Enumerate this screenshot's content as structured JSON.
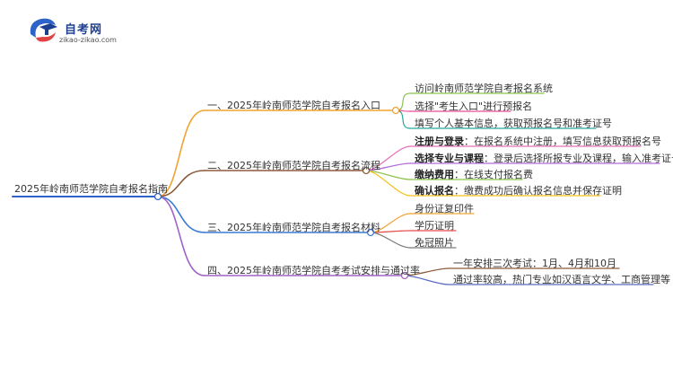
{
  "logo": {
    "title": "自考网",
    "subtitle": "zikao-zikao.com",
    "icon": "graduation-cap-icon"
  },
  "root": {
    "label": "2025年岭南师范学院自考报名指南"
  },
  "branches": [
    {
      "label": "一、2025年岭南师范学院自考报名入口",
      "color": "#f0a330",
      "children": [
        {
          "label": "访问岭南师范学院自考报名系统",
          "color": "#8bc34a"
        },
        {
          "label": "选择\"考生入口\"进行预报名",
          "color": "#e64a9b"
        },
        {
          "label": "填写个人基本信息，获取预报名号和准考证号",
          "color": "#26a69a"
        }
      ]
    },
    {
      "label": "二、2025年岭南师范学院自考报名流程",
      "color": "#8d5a3b",
      "children": [
        {
          "bold": "注册与登录",
          "label": "：在报名系统中注册，填写信息获取预报名号",
          "color": "#e56fb8"
        },
        {
          "bold": "选择专业与课程",
          "label": "：登录后选择所报专业及课程，输入准考证号",
          "color": "#b06ad9"
        },
        {
          "bold": "缴纳费用",
          "label": "：在线支付报名费",
          "color": "#8bc34a"
        },
        {
          "bold": "确认报名",
          "label": "：缴费成功后确认报名信息并保存证明",
          "color": "#f2c21a"
        }
      ]
    },
    {
      "label": "三、2025年岭南师范学院自考报名材料",
      "color": "#3a7bd5",
      "children": [
        {
          "label": "身份证复印件",
          "color": "#f0a330"
        },
        {
          "label": "学历证明",
          "color": "#e64a4a"
        },
        {
          "label": "免冠照片",
          "color": "#7a7a7a"
        }
      ]
    },
    {
      "label": "四、2025年岭南师范学院自考考试安排与通过率",
      "color": "#a064c8",
      "children": [
        {
          "label": "一年安排三次考试：1月、4月和10月",
          "color": "#8d5a3b"
        },
        {
          "label": "通过率较高，热门专业如汉语言文学、工商管理等",
          "color": "#5c6bc0"
        }
      ]
    }
  ]
}
